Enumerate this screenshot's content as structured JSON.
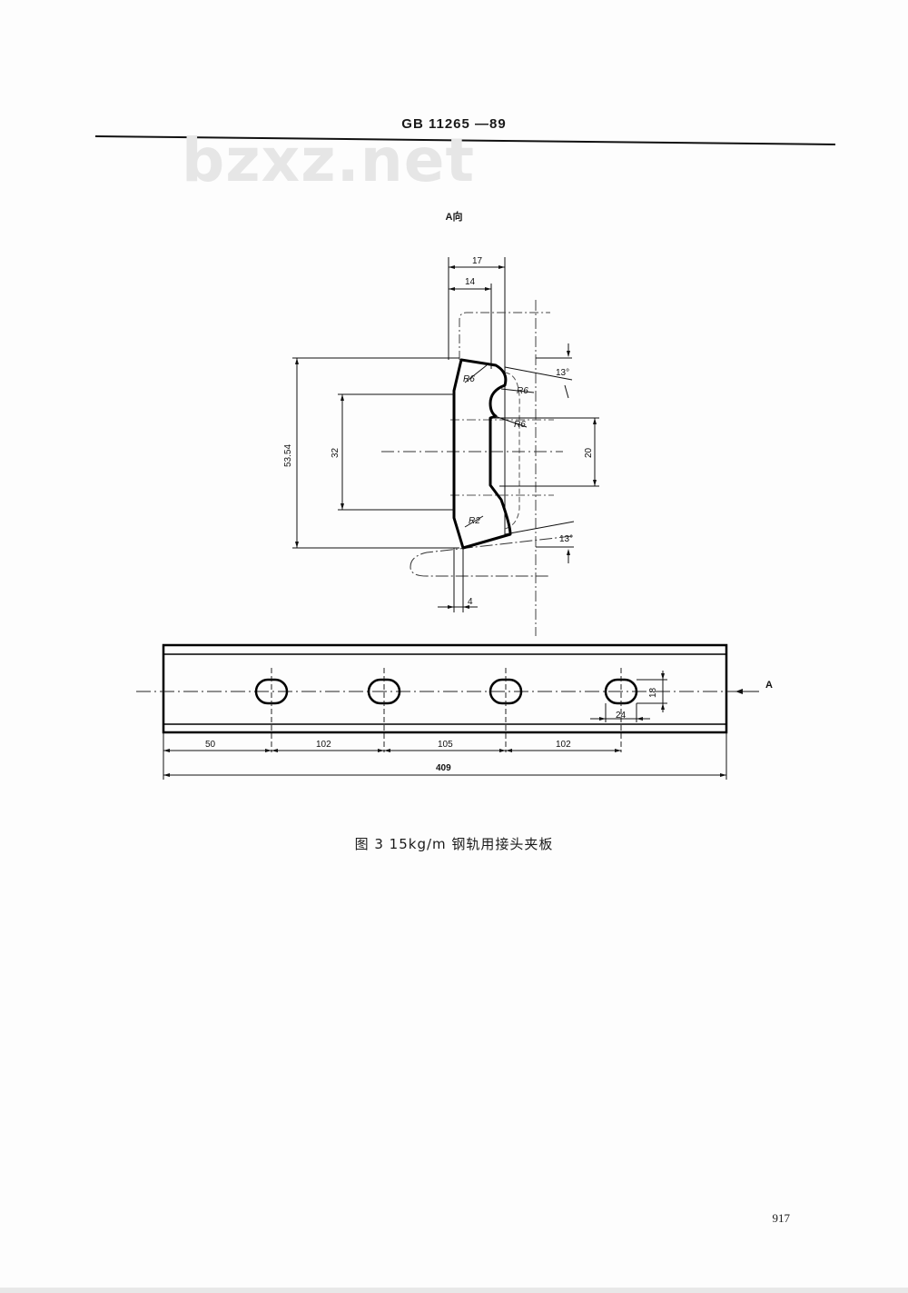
{
  "header": {
    "standard_number": "GB 11265 —89"
  },
  "watermark": {
    "text": "bzxz.net"
  },
  "drawing": {
    "view_label": "A向",
    "section": {
      "dim_17": "17",
      "dim_14": "14",
      "dim_53_54": "53.54",
      "dim_32": "32",
      "dim_20": "20",
      "dim_4": "4",
      "radius_r6_a": "R6",
      "radius_r6_b": "R6",
      "radius_r6_c": "R6",
      "radius_r2": "R2",
      "angle_top": "13°",
      "angle_bottom": "13°"
    },
    "plan": {
      "dim_50": "50",
      "dim_102_a": "102",
      "dim_105": "105",
      "dim_102_b": "102",
      "dim_409": "409",
      "dim_18": "18",
      "dim_24": "24",
      "section_marker": "A"
    }
  },
  "caption": {
    "text": "图 3   15kg/m 钢轨用接头夹板"
  },
  "footer": {
    "page_number": "917"
  }
}
